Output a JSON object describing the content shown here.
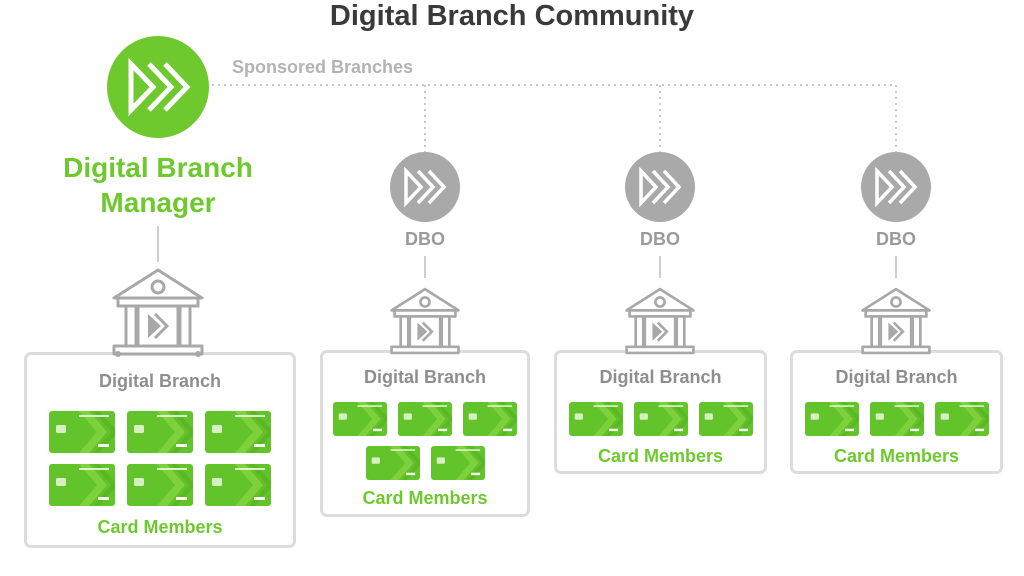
{
  "title": "Digital Branch Community",
  "sponsored_label": "Sponsored Branches",
  "manager": {
    "line1": "Digital Branch",
    "line2": "Manager"
  },
  "branches": [
    {
      "dbo": "",
      "branch_label": "Digital Branch",
      "members_label": "Card Members",
      "cards": 6
    },
    {
      "dbo": "DBO",
      "branch_label": "Digital Branch",
      "members_label": "Card Members",
      "cards": 5
    },
    {
      "dbo": "DBO",
      "branch_label": "Digital Branch",
      "members_label": "Card Members",
      "cards": 3
    },
    {
      "dbo": "DBO",
      "branch_label": "Digital Branch",
      "members_label": "Card Members",
      "cards": 3
    }
  ],
  "colors": {
    "green": "#6ec92e",
    "card_green": "#62c42a",
    "gray": "#9a9a9a",
    "border": "#dcdcdc"
  },
  "icons": [
    "chevrons-right-icon",
    "bank-building-icon",
    "prepaid-card-icon"
  ]
}
